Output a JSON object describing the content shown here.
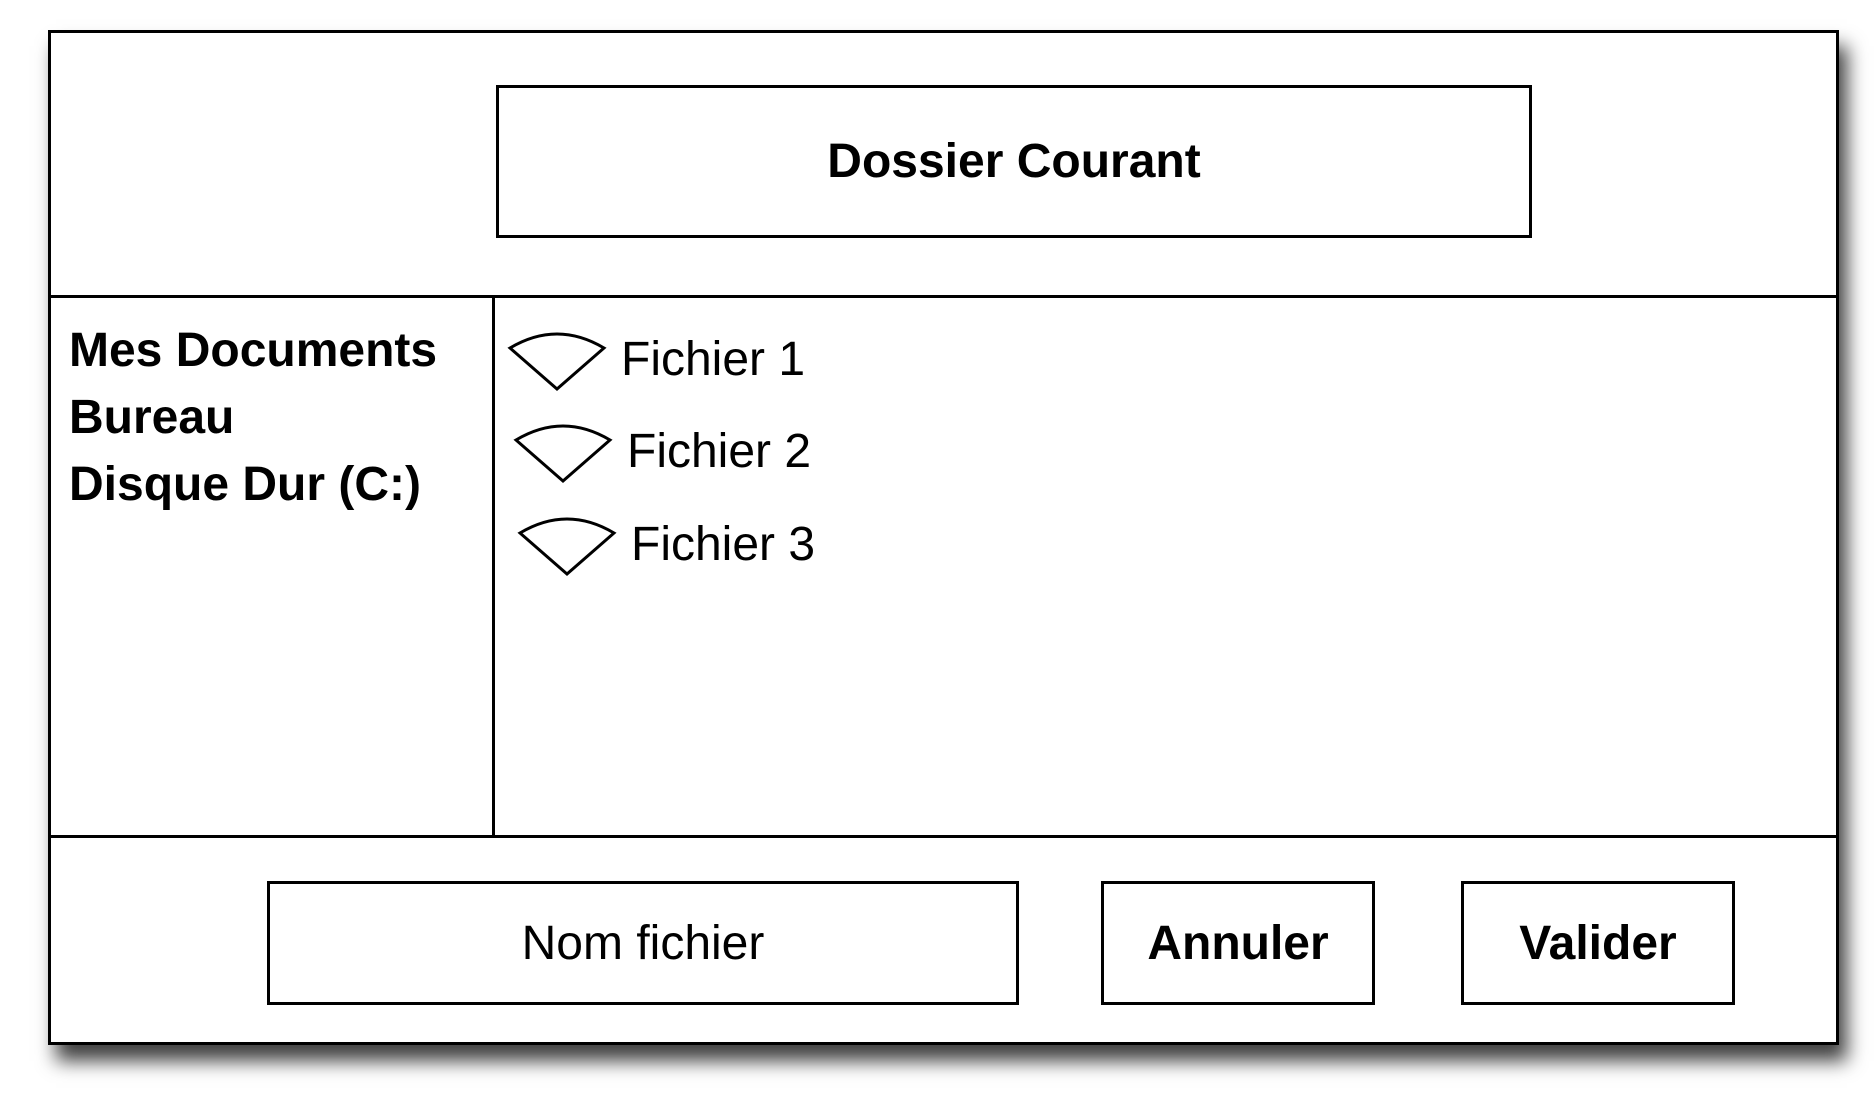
{
  "header": {
    "title": "Dossier Courant"
  },
  "sidebar": {
    "items": [
      {
        "label": "Mes Documents"
      },
      {
        "label": "Bureau"
      },
      {
        "label": "Disque Dur (C:)"
      }
    ]
  },
  "files": {
    "icon": "file-icon",
    "items": [
      {
        "label": "Fichier 1"
      },
      {
        "label": "Fichier 2"
      },
      {
        "label": "Fichier 3"
      }
    ]
  },
  "footer": {
    "filename_placeholder": "Nom fichier",
    "cancel_label": "Annuler",
    "ok_label": "Valider"
  }
}
